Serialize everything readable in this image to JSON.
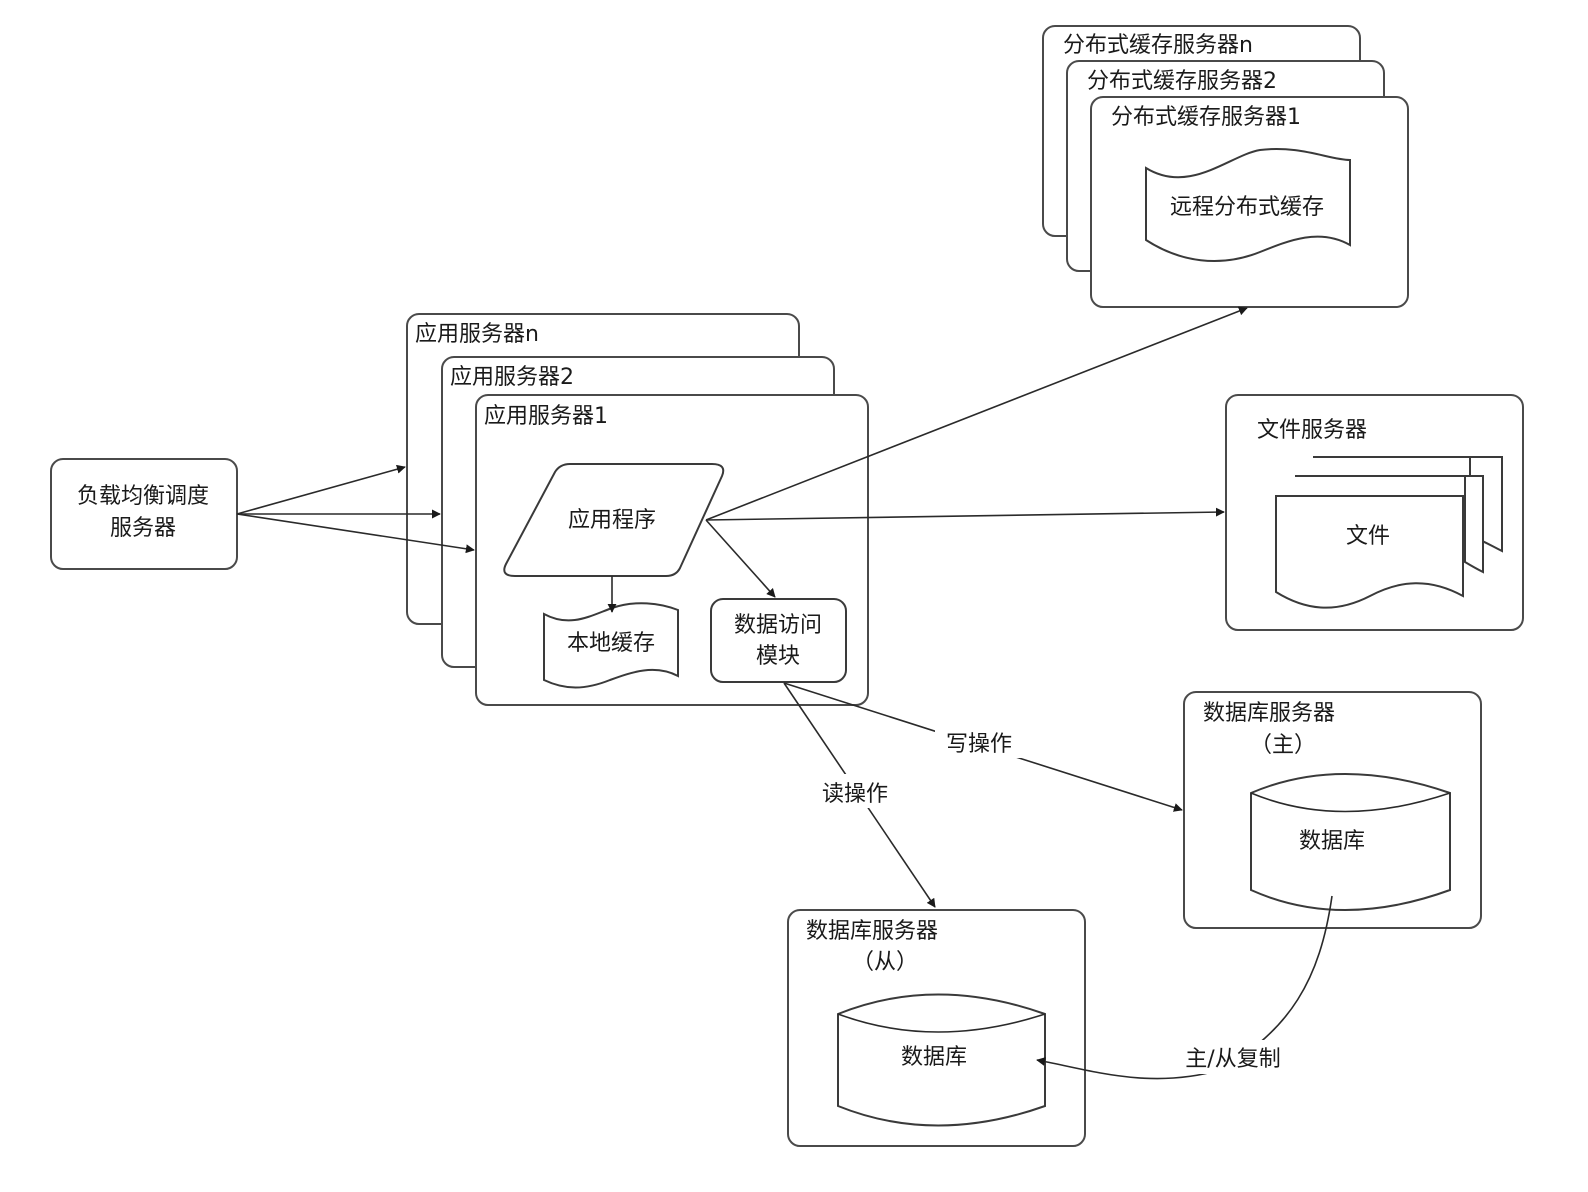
{
  "load_balancer": {
    "line1": "负载均衡调度",
    "line2": "服务器"
  },
  "app_servers": {
    "stack": [
      "应用服务器n",
      "应用服务器2",
      "应用服务器1"
    ],
    "application": "应用程序",
    "local_cache": "本地缓存",
    "data_access": {
      "line1": "数据访问",
      "line2": "模块"
    }
  },
  "cache_servers": {
    "stack": [
      "分布式缓存服务器n",
      "分布式缓存服务器2",
      "分布式缓存服务器1"
    ],
    "remote_cache": "远程分布式缓存"
  },
  "file_server": {
    "title": "文件服务器",
    "file": "文件"
  },
  "db_master": {
    "title": "数据库服务器",
    "subtitle": "（主）",
    "db": "数据库"
  },
  "db_slave": {
    "title": "数据库服务器",
    "subtitle": "（从）",
    "db": "数据库"
  },
  "edges": {
    "write": "写操作",
    "read": "读操作",
    "replication": "主/从复制"
  }
}
